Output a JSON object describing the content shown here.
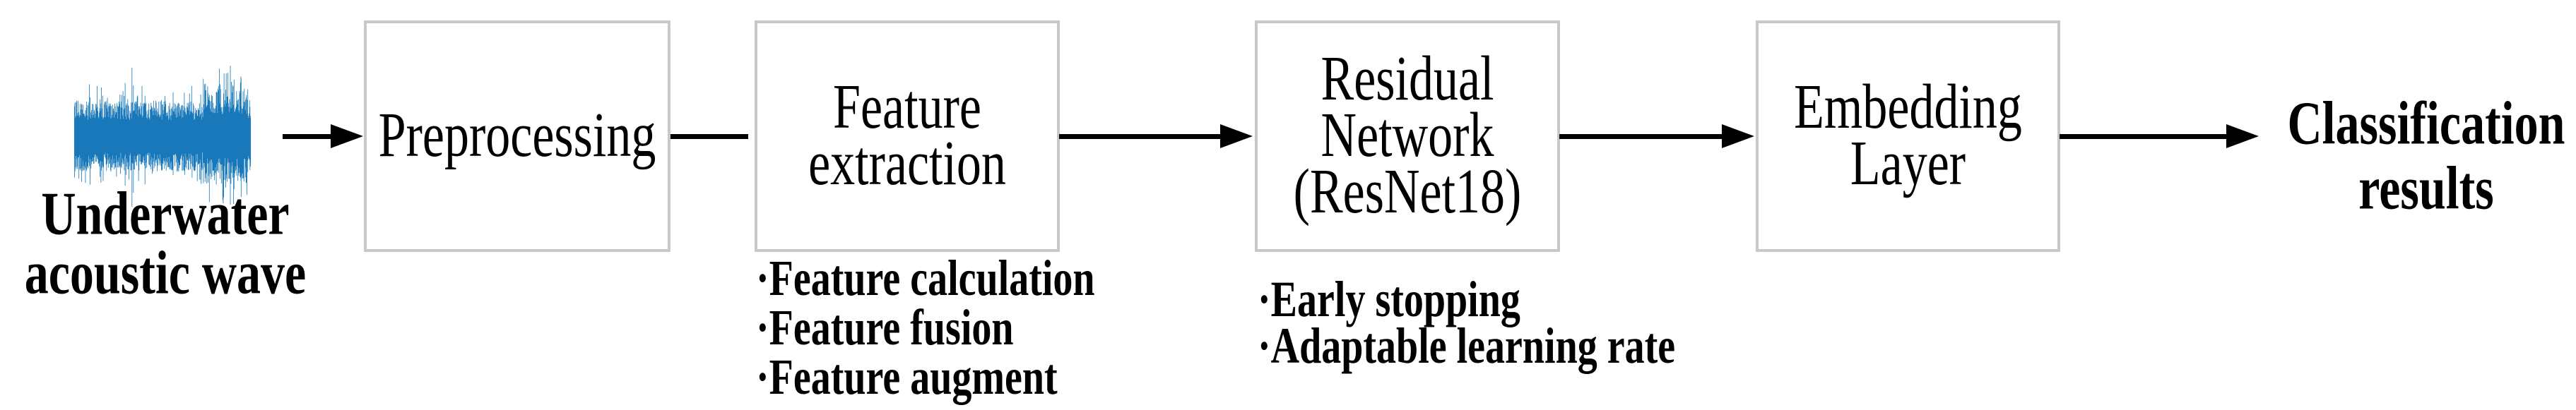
{
  "figure": {
    "type": "flow-diagram",
    "colors": {
      "box_border": "#c8c8c8",
      "box_fill": "#ffffff",
      "arrow": "#000000",
      "text": "#000000",
      "waveform": "#1878ba"
    },
    "input": {
      "icon": "waveform-icon",
      "label": [
        "Underwater",
        "acoustic wave"
      ]
    },
    "boxes": [
      {
        "name": "preprocessing",
        "lines": [
          "Preprocessing"
        ]
      },
      {
        "name": "feature-extraction",
        "lines": [
          "Feature",
          "extraction"
        ],
        "notes": [
          "·Feature calculation",
          "·Feature fusion",
          "·Feature augment"
        ]
      },
      {
        "name": "residual-network",
        "lines": [
          "Residual",
          "Network",
          "(ResNet18)"
        ],
        "notes": [
          "·Early stopping",
          "·Adaptable learning rate"
        ]
      },
      {
        "name": "embedding-layer",
        "lines": [
          "Embedding",
          "Layer"
        ]
      }
    ],
    "output": {
      "label": [
        "Classification",
        "results"
      ]
    }
  }
}
